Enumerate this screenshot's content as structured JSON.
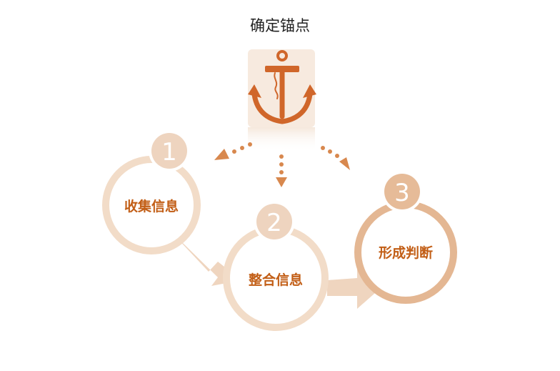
{
  "title": "确定锚点",
  "colors": {
    "light": "#f2dcc8",
    "mid": "#e9c2a2",
    "dark": "#dfae88",
    "accent": "#cf7d3f",
    "text": "#c25e16",
    "anchor": "#d0662a",
    "anchorBg": "#f7eadf",
    "white": "#ffffff"
  },
  "icons": {
    "anchor": "anchor-icon",
    "arrow": "arrow-icon"
  },
  "steps": [
    {
      "number": "1",
      "label": "收集信息"
    },
    {
      "number": "2",
      "label": "整合信息"
    },
    {
      "number": "3",
      "label": "形成判断"
    }
  ]
}
